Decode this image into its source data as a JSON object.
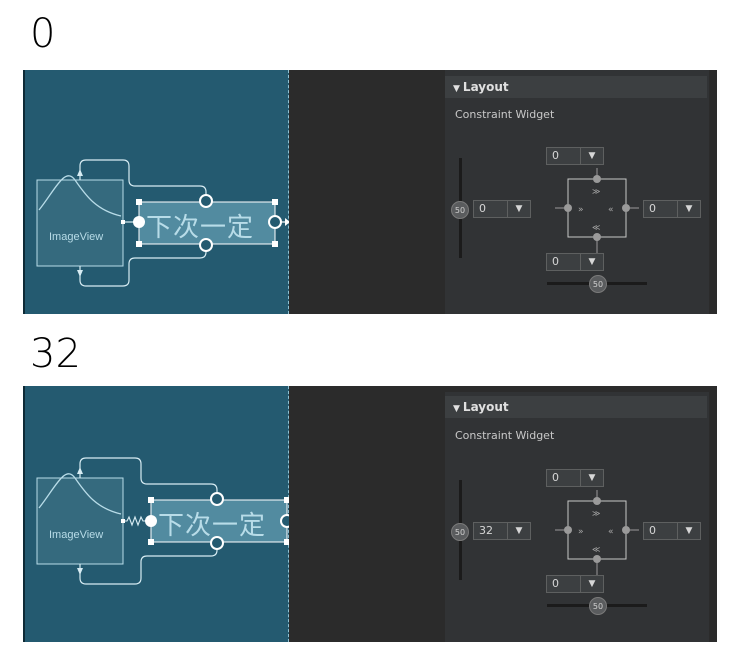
{
  "examples": [
    {
      "heading": "0",
      "image_view_label": "ImageView",
      "text_view_text": "下次一定",
      "panel": {
        "section_title": "Layout",
        "subsection_title": "Constraint Widget",
        "top_margin": "0",
        "left_margin": "0",
        "right_margin": "0",
        "bottom_margin": "0",
        "vertical_bias": "50",
        "horizontal_bias": "50"
      }
    },
    {
      "heading": "32",
      "image_view_label": "ImageView",
      "text_view_text": "下次一定",
      "panel": {
        "section_title": "Layout",
        "subsection_title": "Constraint Widget",
        "top_margin": "0",
        "left_margin": "32",
        "right_margin": "0",
        "bottom_margin": "0",
        "vertical_bias": "50",
        "horizontal_bias": "50"
      }
    }
  ],
  "colors": {
    "blueprint_bg": "#245a70",
    "blueprint_line": "#b8dce8",
    "panel_bg": "#313335",
    "panel_header_bg": "#3c3f41"
  },
  "icons": {
    "section_toggle": "triangle-down-icon",
    "dropdown": "chevron-down-icon"
  }
}
